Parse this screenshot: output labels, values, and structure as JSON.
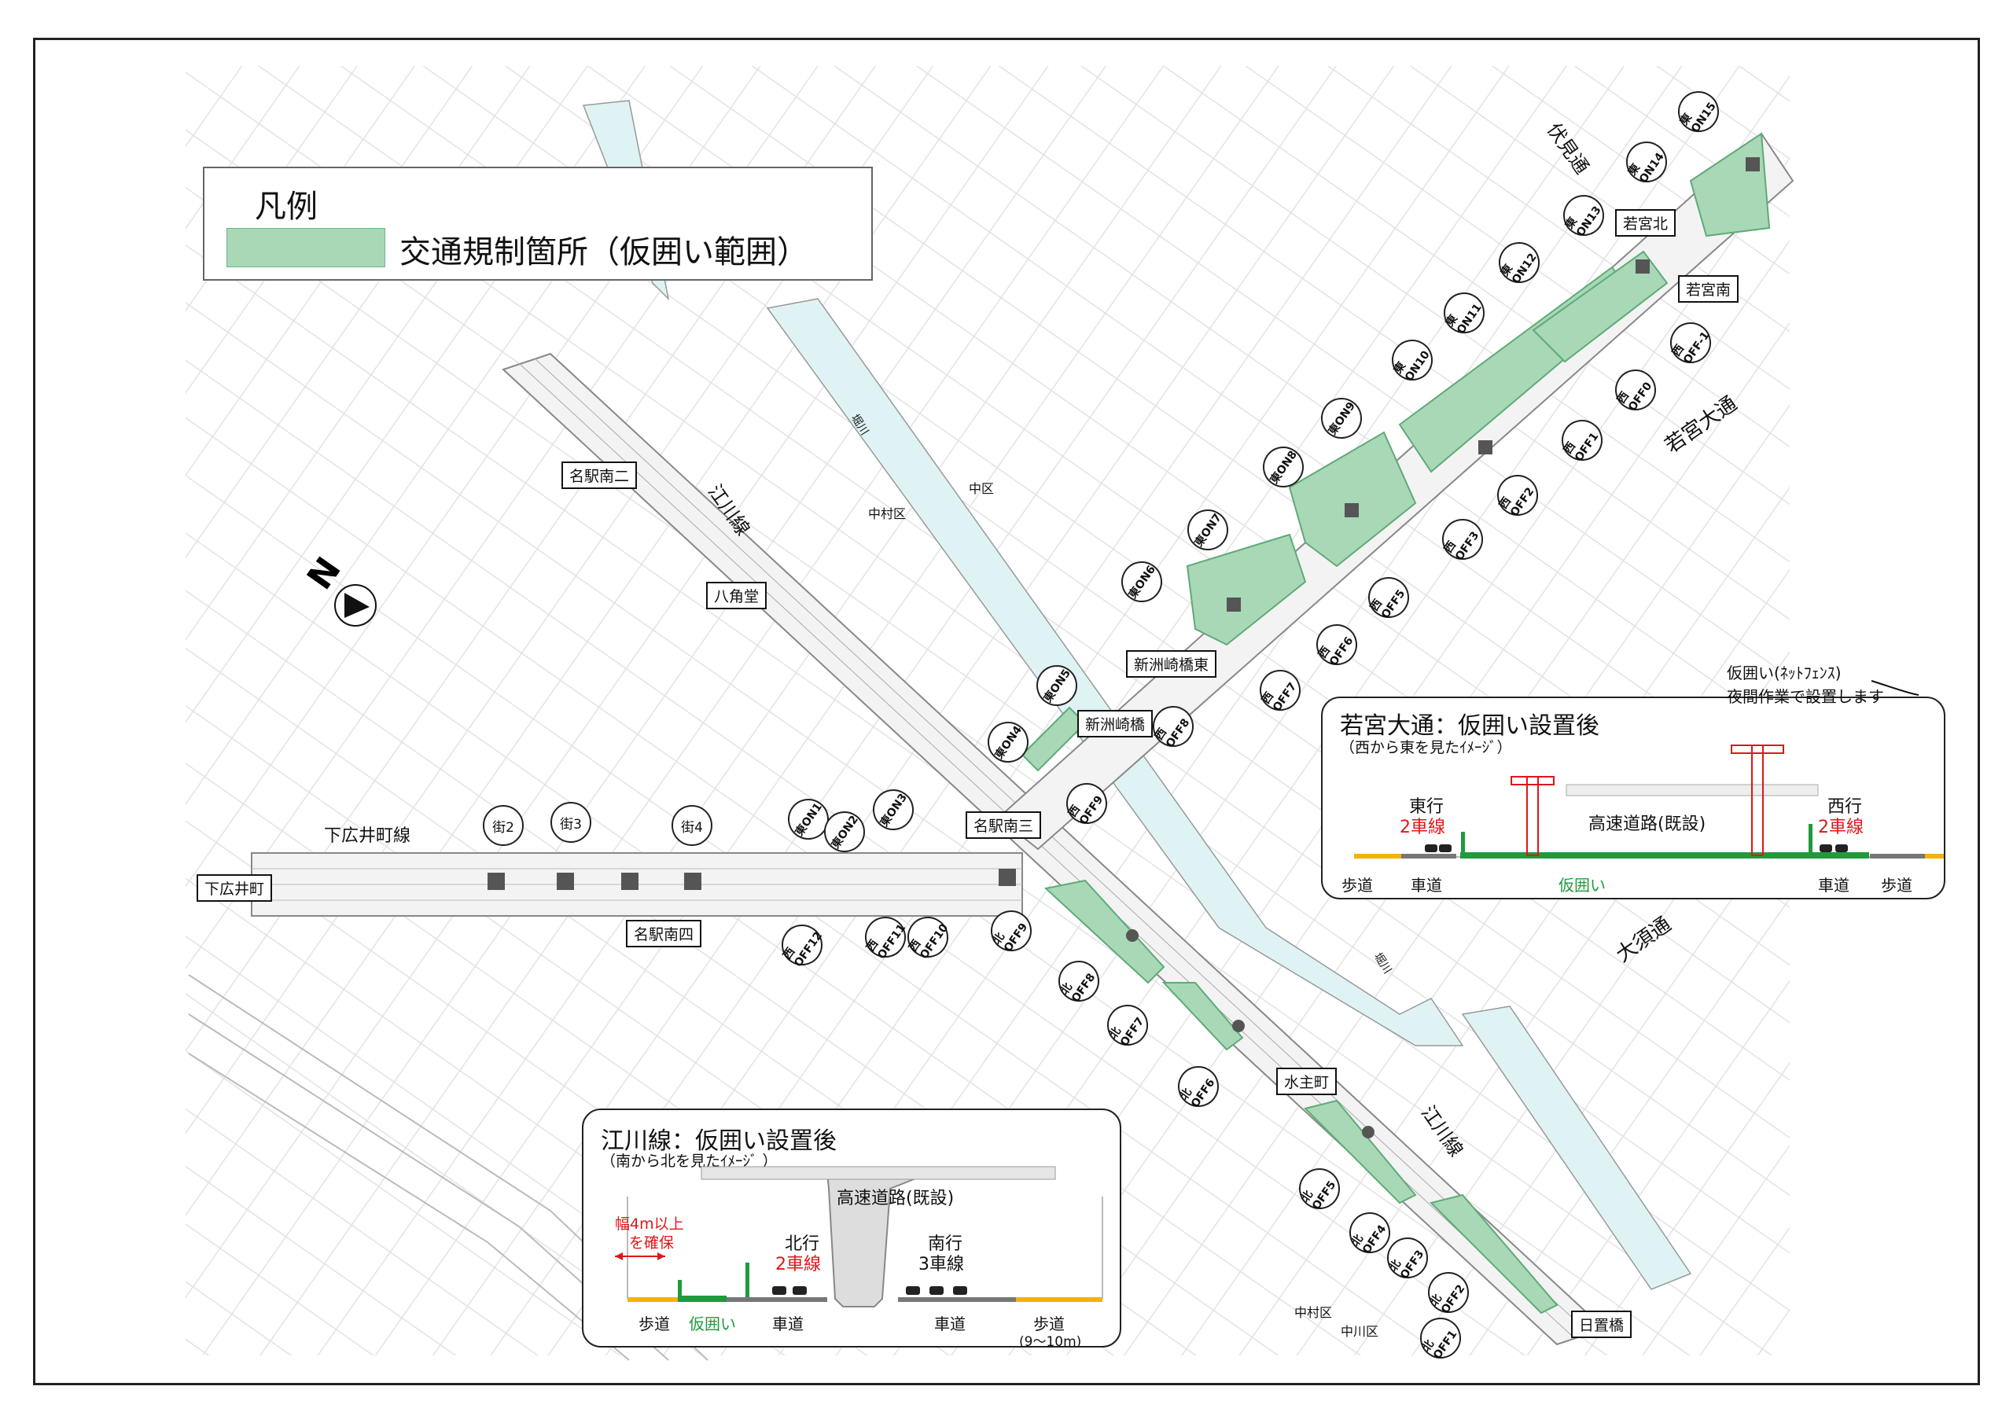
{
  "legend": {
    "title": "凡例",
    "item": "交通規制箇所（仮囲い範囲）",
    "swatch_color": "#a8d8b6"
  },
  "compass": {
    "label": "N"
  },
  "roads": {
    "egawa_1": "江川線",
    "egawa_2": "江川線",
    "shimohiroi": "下広井町線",
    "fushimi": "伏見通",
    "wakamiya": "若宮大通",
    "osu": "大須通",
    "hori_1": "堀川",
    "hori_2": "堀川"
  },
  "wards": {
    "naka": "中区",
    "nakamura_1": "中村区",
    "nakamura_2": "中村区",
    "nakagawa": "中川区"
  },
  "intersections": {
    "meieki_minami2": "名駅南二",
    "hakkakudo": "八角堂",
    "shinsuzaki_higashi": "新洲崎橋東",
    "shinsuzaki": "新洲崎橋",
    "meieki_minami3": "名駅南三",
    "shimohiroicho": "下広井町",
    "meieki_minami4": "名駅南四",
    "mizunushi": "水主町",
    "hioki": "日置橋",
    "wakamiya_kita": "若宮北",
    "wakamiya_minami": "若宮南"
  },
  "markers": {
    "east_on": [
      "東ON1",
      "東ON2",
      "東ON3",
      "東ON4",
      "東ON5",
      "東ON6",
      "東ON7",
      "東ON8",
      "東ON9",
      "東ON10",
      "東ON11",
      "東ON12",
      "東ON13",
      "東ON14",
      "東ON15"
    ],
    "west_off": [
      "西OFF-1",
      "西OFF0",
      "西OFF1",
      "西OFF2",
      "西OFF3",
      "西OFF5",
      "西OFF6",
      "西OFF7",
      "西OFF8",
      "西OFF9",
      "西OFF10",
      "西OFF11",
      "西OFF12"
    ],
    "north_off": [
      "北OFF1",
      "北OFF2",
      "北OFF3",
      "北OFF4",
      "北OFF5",
      "北OFF6",
      "北OFF7",
      "北OFF8",
      "北OFF9"
    ],
    "streets": [
      "街2",
      "街3",
      "街4"
    ]
  },
  "wakamiya_panel": {
    "title": "若宮大通：仮囲い設置後",
    "subtitle": "（西から東を見たｲﾒｰｼﾞ）",
    "callout_1": "仮囲い(ﾈｯﾄﾌｪﾝｽ)",
    "callout_2": "夜間作業で設置します",
    "eastbound": "東行",
    "eastbound_lanes": "2車線",
    "westbound": "西行",
    "westbound_lanes": "2車線",
    "expressway": "高速道路(既設)",
    "sidewalk_left": "歩道",
    "road_left": "車道",
    "fence": "仮囲い",
    "road_right": "車道",
    "sidewalk_right": "歩道"
  },
  "egawa_panel": {
    "title": "江川線：仮囲い設置後",
    "subtitle": "（南から北を見たｲﾒｰｼﾞ ）",
    "expressway": "高速道路(既設)",
    "width_1": "幅4m以上",
    "width_2": "を確保",
    "northbound": "北行",
    "northbound_lanes": "2車線",
    "southbound": "南行",
    "southbound_lanes": "3車線",
    "sidewalk_left": "歩道",
    "fence": "仮囲い",
    "road_left": "車道",
    "road_right": "車道",
    "sidewalk_right": "歩道",
    "sidewalk_right_width": "(9～10m)"
  }
}
